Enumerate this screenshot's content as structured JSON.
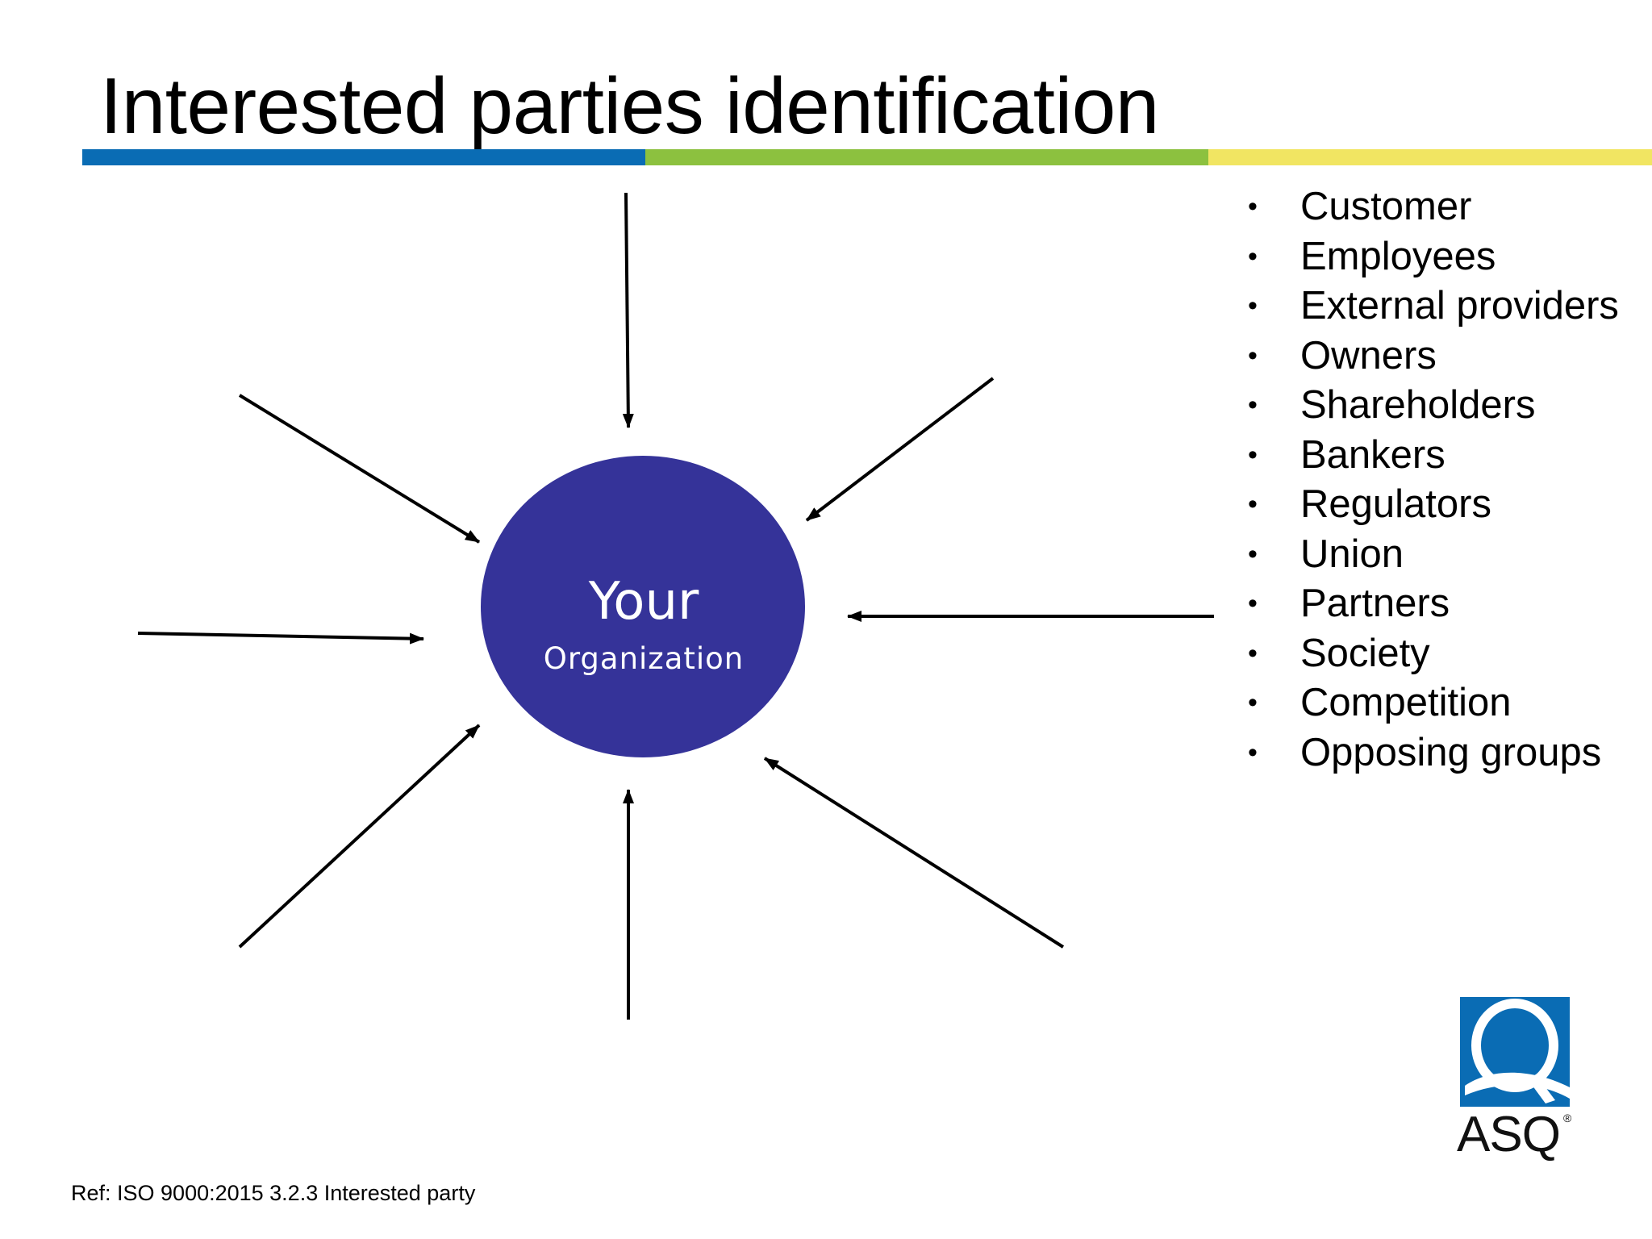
{
  "title": "Interested parties identification",
  "colors": {
    "circle": "#353399",
    "bar_blue": "#0a6cb4",
    "bar_green": "#8cc13f",
    "bar_yellow": "#f1e562",
    "logo_blue": "#0a6cb4"
  },
  "center": {
    "line1": "Your",
    "line2": "Organization"
  },
  "parties": [
    "Customer",
    "Employees",
    "External providers",
    "Owners",
    "Shareholders",
    "Bankers",
    "Regulators",
    "Union",
    "Partners",
    "Society",
    "Competition",
    "Opposing groups"
  ],
  "bullet": "•",
  "logo": {
    "text": "ASQ",
    "registered": "®",
    "icon": "asq-q-icon"
  },
  "reference": "Ref: ISO 9000:2015 3.2.3 Interested party"
}
